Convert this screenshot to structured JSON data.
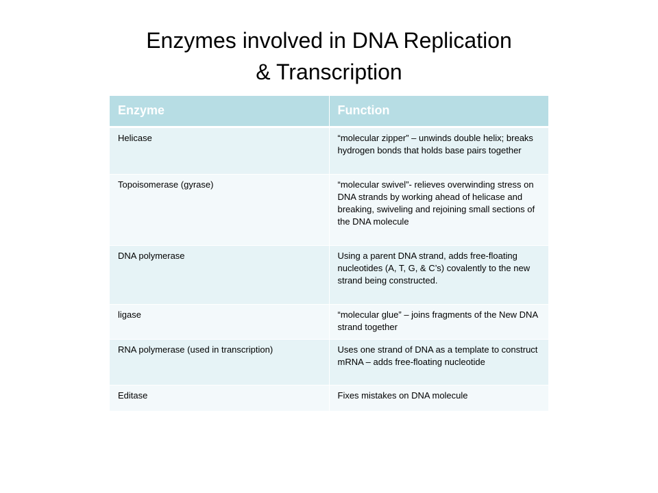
{
  "title": {
    "line1": "Enzymes involved in DNA Replication",
    "line2": "& Transcription"
  },
  "table": {
    "headers": [
      "Enzyme",
      "Function"
    ],
    "rows": [
      {
        "enzyme": "Helicase",
        "function": "“molecular zipper” – unwinds double helix; breaks hydrogen bonds that holds base pairs together"
      },
      {
        "enzyme": "Topoisomerase (gyrase)",
        "function": "“molecular swivel”- relieves overwinding stress on DNA strands by working ahead of helicase and breaking, swiveling and rejoining small sections of the DNA molecule"
      },
      {
        "enzyme": "DNA polymerase",
        "function": "Using a parent DNA strand, adds free-floating nucleotides (A, T, G, & C’s) covalently to the new strand being constructed."
      },
      {
        "enzyme": "ligase",
        "function": "“molecular glue” – joins fragments of the New DNA strand together"
      },
      {
        "enzyme": "RNA polymerase (used in transcription)",
        "function": "Uses one strand of DNA as a template to construct mRNA – adds free-floating nucleotide"
      },
      {
        "enzyme": "Editase",
        "function": "Fixes mistakes on DNA molecule"
      }
    ]
  },
  "colors": {
    "header_bg": "#b7dde4",
    "header_text": "#ffffff",
    "row_band_1": "#e6f3f6",
    "row_band_2": "#f3f9fb"
  }
}
